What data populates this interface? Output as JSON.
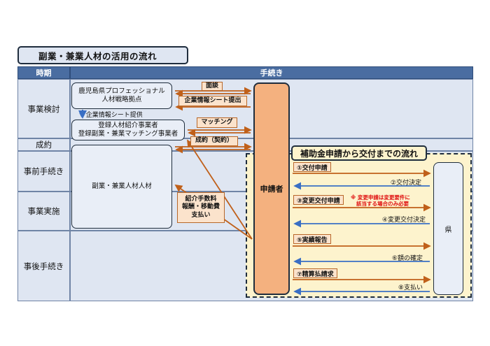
{
  "title": "副業・兼業人材の活用の流れ",
  "header": {
    "period": "時期",
    "procedure": "手続き"
  },
  "rows": [
    "事業検討",
    "成約",
    "事前手続き",
    "事業実施",
    "事後手続き"
  ],
  "entities": {
    "kagoshima_line1": "鹿児島県プロフェッショナル",
    "kagoshima_line2": "人材戦略拠点",
    "registered_line1": "登録人材紹介事業者",
    "registered_line2": "登録副業・兼業マッチング事業者",
    "talent": "副業・兼業人材人材",
    "applicant": "申請者",
    "prefecture": "県"
  },
  "info_sheet_provided": "企業情報シート提供",
  "flow_labels": {
    "interview": "面談",
    "company_info_submit": "企業情報シート提出",
    "matching": "マッチング",
    "contract": "成約（契約）",
    "fees_line1": "紹介手数料",
    "fees_line2": "報酬・移動費",
    "fees_line3": "支払い"
  },
  "subsidy": {
    "title": "補助金申請から交付までの流れ",
    "steps": [
      {
        "request": "①交付申請",
        "response": "②交付決定"
      },
      {
        "request": "③変更交付申請",
        "response": "④変更交付決定"
      },
      {
        "request": "⑤実績報告",
        "response": "⑥額の確定"
      },
      {
        "request": "⑦精算払請求",
        "response": "⑧支払い"
      }
    ],
    "note_line1": "※ 変更申請は変更要件に",
    "note_line2": "該当する場合のみ必要"
  },
  "colors": {
    "header": "#4a6da1",
    "lane": "#dfe6f2",
    "arrow_orange": "#c0601a",
    "arrow_blue": "#3a6fc4",
    "applicant": "#f4b17f",
    "subsidy_bg": "#fdf3cd"
  }
}
